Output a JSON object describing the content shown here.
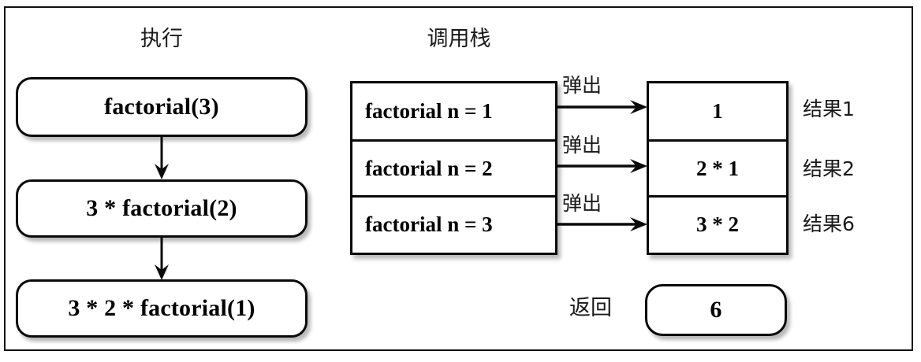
{
  "diagram": {
    "title": "factorial recursion execution and call stack",
    "columns": {
      "execution_heading": "执行",
      "callstack_heading": "调用栈"
    },
    "execution_steps": [
      {
        "label": "factorial(3)"
      },
      {
        "label": "3 * factorial(2)"
      },
      {
        "label": "3 * 2 * factorial(1)"
      }
    ],
    "call_stack": [
      {
        "frame": "factorial n = 1"
      },
      {
        "frame": "factorial n = 2"
      },
      {
        "frame": "factorial n = 3"
      }
    ],
    "pop_labels": [
      "弹出",
      "弹出",
      "弹出"
    ],
    "results": [
      {
        "value": "1",
        "label": "结果1"
      },
      {
        "value": "2 * 1",
        "label": "结果2"
      },
      {
        "value": "3 * 2",
        "label": "结果6"
      }
    ],
    "return_row": {
      "label": "返回",
      "value": "6"
    },
    "colors": {
      "stroke": "#0a0a0a",
      "text": "#000000",
      "heading_text": "#1a1a1a",
      "background": "#ffffff"
    }
  }
}
